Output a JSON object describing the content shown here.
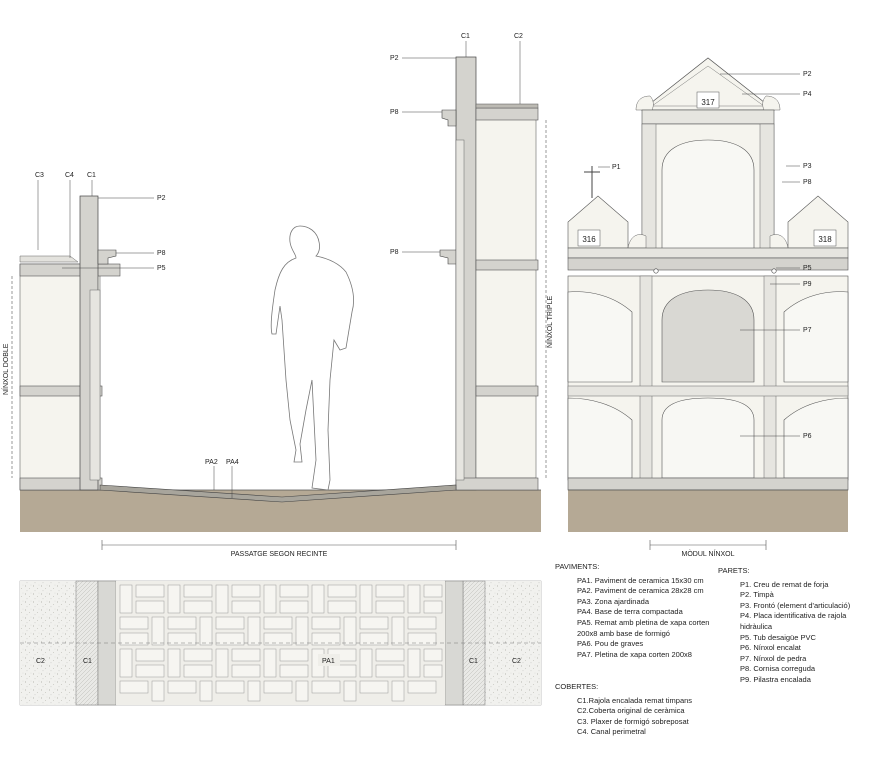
{
  "section_left": {
    "roof_labels": [
      "C3",
      "C4",
      "C1"
    ],
    "callouts": [
      "P2",
      "P8",
      "P5"
    ],
    "vertical_label": "NÍNXOL DOBLE"
  },
  "section_right": {
    "roof_labels": [
      "C1",
      "C2"
    ],
    "callouts": [
      "P2",
      "P8",
      "P8"
    ],
    "vertical_label": "NÍNXOL TRIPLE"
  },
  "path_labels": [
    "PA2",
    "PA4"
  ],
  "section_dimension": "PASSATGE SEGON RECINTE",
  "elevation": {
    "numbers": [
      "316",
      "317",
      "318"
    ],
    "callouts": [
      "P1",
      "P2",
      "P4",
      "P3",
      "P8",
      "P5",
      "P9",
      "P7",
      "P6"
    ],
    "dimension": "MÒDUL NÍNXOL"
  },
  "plan": {
    "labels": [
      "C2",
      "C1",
      "PA1",
      "C1",
      "C2"
    ]
  },
  "legend": {
    "paviments": {
      "title": "PAVIMENTS:",
      "items": [
        "PA1. Paviment de ceramica 15x30 cm",
        "PA2. Paviment de ceramica 28x28 cm",
        "PA3. Zona ajardinada",
        "PA4. Base de terra compactada",
        "PA5. Remat amb pletina de xapa corten 200x8 amb base de formigó",
        "PA6. Pou de graves",
        "PA7. Pletina de xapa corten 200x8"
      ]
    },
    "cobertes": {
      "title": "COBERTES:",
      "items": [
        "C1.Rajola encalada remat timpans",
        "C2.Coberta original de ceràmica",
        "C3. Plaxer de formigó sobreposat",
        "C4. Canal perimetral"
      ]
    },
    "parets": {
      "title": "PARETS:",
      "items": [
        "P1. Creu de remat de forja",
        "P2. Timpà",
        "P3. Frontó (element d'articulació)",
        "P4. Placa identificativa de rajola hidràulica",
        "P5. Tub desaigüe PVC",
        "P6. Nínxol encalat",
        "P7. Nínxol de pedra",
        "P8. Cornisa correguda",
        "P9. Pilastra encalada"
      ]
    }
  }
}
